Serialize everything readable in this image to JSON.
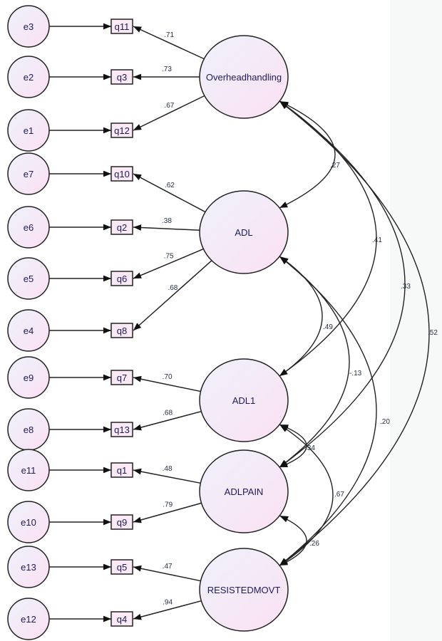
{
  "diagram": {
    "title": "",
    "type": "structural-equation-model",
    "latents": [
      {
        "id": "Overheadhandling",
        "label": "Overheadhandling",
        "indicators": [
          {
            "item": "q11",
            "error": "e3",
            "loading": ".71"
          },
          {
            "item": "q3",
            "error": "e2",
            "loading": ".73"
          },
          {
            "item": "q12",
            "error": "e1",
            "loading": ".67"
          }
        ]
      },
      {
        "id": "ADL",
        "label": "ADL",
        "indicators": [
          {
            "item": "q10",
            "error": "e7",
            "loading": ".62"
          },
          {
            "item": "q2",
            "error": "e6",
            "loading": ".38"
          },
          {
            "item": "q6",
            "error": "e5",
            "loading": ".75"
          },
          {
            "item": "q8",
            "error": "e4",
            "loading": ".68"
          }
        ]
      },
      {
        "id": "ADL1",
        "label": "ADL1",
        "indicators": [
          {
            "item": "q7",
            "error": "e9",
            "loading": ".70"
          },
          {
            "item": "q13",
            "error": "e8",
            "loading": ".68"
          }
        ]
      },
      {
        "id": "ADLPAIN",
        "label": "ADLPAIN",
        "indicators": [
          {
            "item": "q1",
            "error": "e11",
            "loading": ".48"
          },
          {
            "item": "q9",
            "error": "e10",
            "loading": ".79"
          }
        ]
      },
      {
        "id": "RESISTEDMOVT",
        "label": "RESISTEDMOVT",
        "indicators": [
          {
            "item": "q5",
            "error": "e13",
            "loading": ".47"
          },
          {
            "item": "q4",
            "error": "e12",
            "loading": ".94"
          }
        ]
      }
    ],
    "correlations": [
      {
        "from": "Overheadhandling",
        "to": "ADL",
        "value": ".27"
      },
      {
        "from": "Overheadhandling",
        "to": "ADL1",
        "value": ".41"
      },
      {
        "from": "Overheadhandling",
        "to": "ADLPAIN",
        "value": ".33"
      },
      {
        "from": "Overheadhandling",
        "to": "RESISTEDMOVT",
        "value": ".52"
      },
      {
        "from": "ADL",
        "to": "ADL1",
        "value": ".49"
      },
      {
        "from": "ADL",
        "to": "ADLPAIN",
        "value": "-.13"
      },
      {
        "from": "ADL",
        "to": "RESISTEDMOVT",
        "value": ".20"
      },
      {
        "from": "ADL1",
        "to": "ADLPAIN",
        "value": ".34"
      },
      {
        "from": "ADL1",
        "to": "RESISTEDMOVT",
        "value": ".67"
      },
      {
        "from": "ADLPAIN",
        "to": "RESISTEDMOVT",
        "value": ".26"
      }
    ],
    "colors": {
      "node_fill_start": "#eef2fc",
      "node_fill_end": "#f9e2f4",
      "stroke": "#222222",
      "label_text": "#1c1c5a"
    }
  }
}
